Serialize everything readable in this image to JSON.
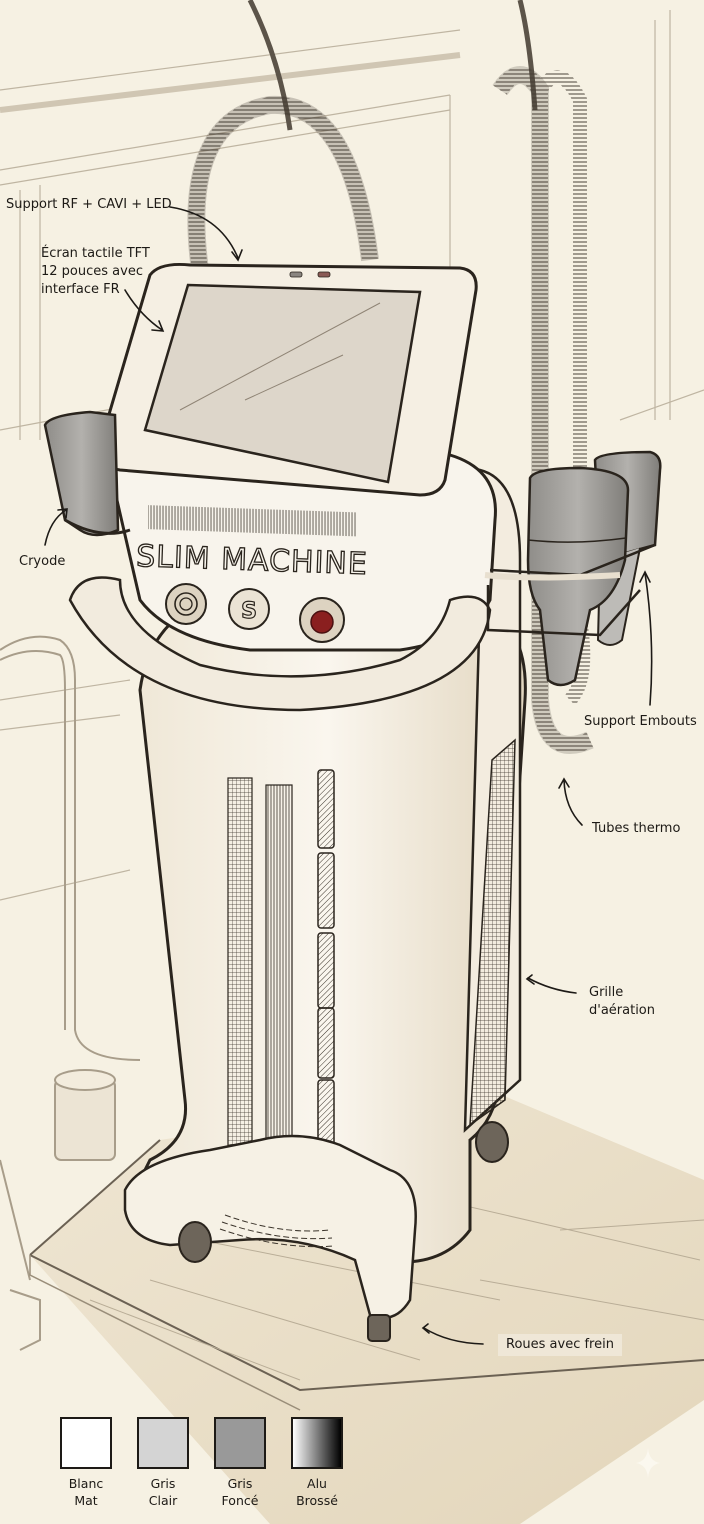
{
  "illustration": {
    "subject": "Slim machine",
    "brand_text": "SLIM MACHINE",
    "center_button_glyph": "S",
    "colors": {
      "paper": "#f6f1e3",
      "ink": "#1d1a16",
      "body": "#f7f3ea",
      "shadow": "#d9ccb3",
      "screen": "#ddd6ca",
      "handpiece": "#9c9a96",
      "red_button": "#8a1f1f"
    }
  },
  "callouts": [
    {
      "id": "support-rf",
      "text": "Support RF + CAVI + LED"
    },
    {
      "id": "ecran",
      "lines": [
        "Écran tactile TFT",
        "12 pouces avec",
        "interface FR"
      ]
    },
    {
      "id": "cryode",
      "text": "Cryode"
    },
    {
      "id": "support-embouts",
      "text": "Support Embouts"
    },
    {
      "id": "tubes-thermo",
      "text": "Tubes thermo"
    },
    {
      "id": "grille",
      "lines": [
        "Grille",
        "d'aération"
      ]
    },
    {
      "id": "roues",
      "text": "Roues avec frein"
    }
  ],
  "legend": [
    {
      "lines": [
        "Blanc",
        "Mat"
      ],
      "color": "#ffffff"
    },
    {
      "lines": [
        "Gris",
        "Clair"
      ],
      "color": "#d4d4d4"
    },
    {
      "lines": [
        "Gris",
        "Foncé"
      ],
      "color": "#999999"
    },
    {
      "lines": [
        "Alu",
        "Brossé"
      ],
      "gradient": [
        "#ffffff",
        "#000000"
      ]
    }
  ]
}
